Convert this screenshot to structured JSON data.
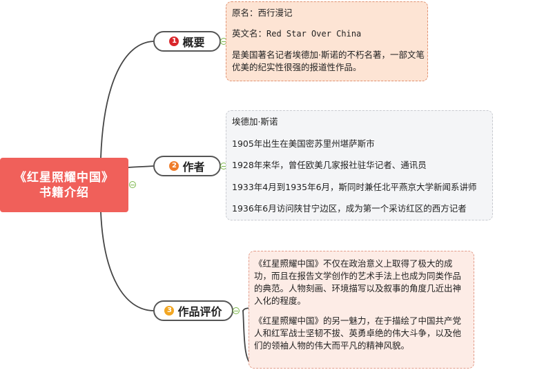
{
  "root": {
    "line1": "《红星照耀中国》",
    "line2": "书籍介绍",
    "color": "#f0605a"
  },
  "branches": [
    {
      "number": "1",
      "badge_color": "#d9262b",
      "label": "概要",
      "box_bg": "#fde4d4",
      "box_border": "#e09070",
      "items": [
        "原名：西行漫记",
        "英文名：",
        "Red Star Over China",
        "是美国著名记者埃德加·斯诺的不朽名著，一部文笔优美的纪实性很强的报道性作品。"
      ]
    },
    {
      "number": "2",
      "badge_color": "#ef7c2a",
      "label": "作者",
      "box_bg": "#f4f5f7",
      "box_border": "#c8cad0",
      "items": [
        "埃德加·斯诺",
        "1905年出生在美国密苏里州堪萨斯市",
        "1928年来华，曾任欧美几家报社驻华记者、通讯员",
        "1933年4月到1935年6月，斯同时兼任北平燕京大学新闻系讲师",
        "1936年6月访问陕甘宁边区，成为第一个采访红区的西方记者"
      ]
    },
    {
      "number": "3",
      "badge_color": "#f2a622",
      "label": "作品评价",
      "box_bg": "#fdece6",
      "box_border": "#e29a88",
      "items": [
        "《红星照耀中国》不仅在政治意义上取得了极大的成功，而且在报告文学创作的艺术手法上也成为同类作品的典范。人物刻画、环境描写以及叙事的角度几近出神入化的程度。",
        "《红星照耀中国》的另一魅力，在于描绘了中国共产党人和红军战士坚韧不拔、英勇卓绝的伟大斗争，以及他们的领袖人物的伟大而平凡的精神风貌。"
      ]
    }
  ],
  "colors": {
    "line": "#444444",
    "collapse": "#7ab648"
  }
}
